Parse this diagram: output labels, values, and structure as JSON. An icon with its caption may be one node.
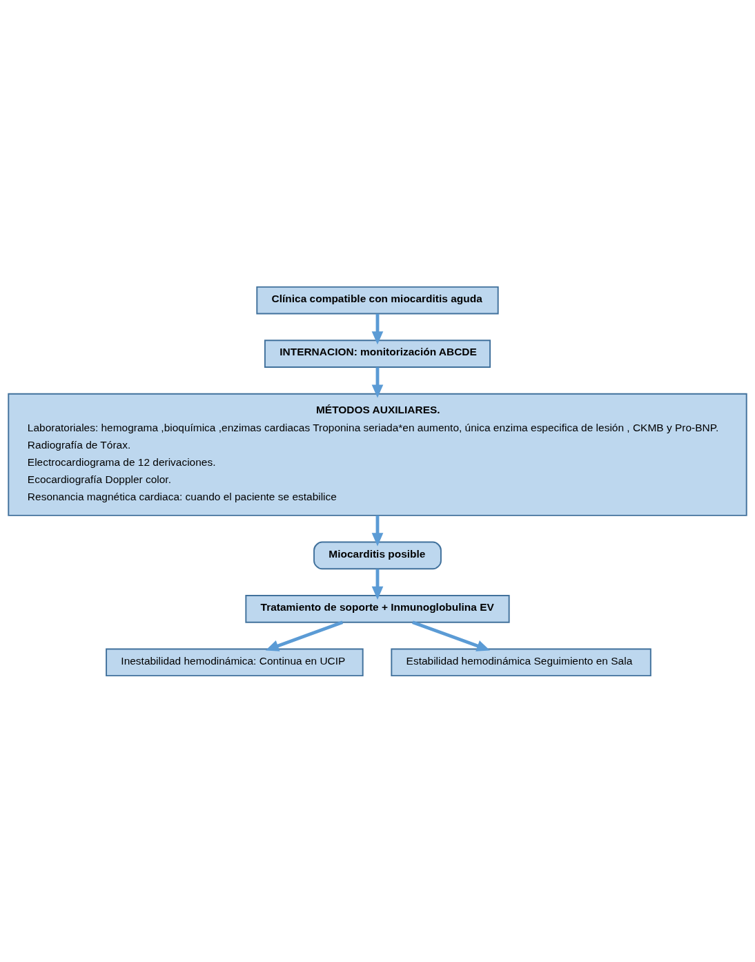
{
  "diagram": {
    "nodes": [
      {
        "text": [
          "Clínica compatible con miocarditis aguda"
        ]
      },
      {
        "text": [
          "INTERNACION: monitorización ABCDE"
        ]
      },
      {
        "text": [
          "MÉTODOS AUXILIARES.",
          "Laboratoriales: hemograma ,bioquímica ,enzimas cardiacas Troponina seriada*en aumento, única enzima especifica de lesión , CKMB y Pro-BNP.",
          "Radiografía de Tórax.",
          "Electrocardiograma de 12 derivaciones.",
          "Ecocardiografía Doppler color.",
          "Resonancia magnética cardiaca: cuando el paciente se estabilice"
        ]
      },
      {
        "text": [
          "Miocarditis posible"
        ]
      },
      {
        "text": [
          "Tratamiento de soporte + Inmunoglobulina EV"
        ]
      },
      {
        "text": [
          "Inestabilidad hemodinámica: Continua en UCIP"
        ]
      },
      {
        "text": [
          "Estabilidad hemodinámica Seguimiento en Sala"
        ]
      }
    ],
    "edges": [
      {
        "from": 0,
        "to": 1,
        "arrow": "to"
      },
      {
        "from": 1,
        "to": 2,
        "arrow": "to"
      },
      {
        "from": 2,
        "to": 3,
        "arrow": "to"
      },
      {
        "from": 3,
        "to": 4,
        "arrow": "to"
      },
      {
        "from": 4,
        "to": 5,
        "arrow": "to"
      },
      {
        "from": 4,
        "to": 6,
        "arrow": "to"
      }
    ]
  }
}
